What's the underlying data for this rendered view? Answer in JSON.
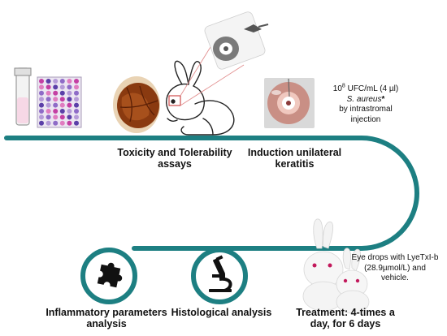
{
  "colors": {
    "timeline": "#1d7f82",
    "circle_fill": "#ffffff",
    "icon": "#111111",
    "embryo": "#8a3a10",
    "egg": "#e9d3b4"
  },
  "icons": {
    "tube": "test-tube-icon",
    "plate": "well-plate-icon",
    "egg": "egg-chorioallantoic-icon",
    "rabbit": "rabbit-outline-icon",
    "lens": "contact-lens-icon",
    "eye": "eye-photo-icon",
    "rabbits": "white-rabbits-photo-icon",
    "microscope": "microscope-icon",
    "puzzle": "puzzle-piece-icon"
  },
  "steps": {
    "toxicity": {
      "line1": "Toxicity and Tolerability",
      "line2": "assays"
    },
    "induction": {
      "line1": "Induction unilateral",
      "line2": "keratitis"
    },
    "bacteria": {
      "line1_exp": "8",
      "line1_rest": " UFC/mL (4 µl)",
      "line1_base": "10",
      "line2_species": "S. aureus",
      "line2_mark": "*",
      "line3": "by intrastromal",
      "line4": "injection"
    },
    "eyedrops": {
      "line1": "Eye drops with LyeTxI-b",
      "line2": "(28.9µmol/L) and",
      "line3": "vehicle."
    },
    "treatment": {
      "line1": "Treatment: 4-times a",
      "line2": "day, for 6 days"
    },
    "histology": {
      "line1": "Histological analysis"
    },
    "inflammatory": {
      "line1": "Inflammatory parameters",
      "line2": "analysis"
    }
  }
}
